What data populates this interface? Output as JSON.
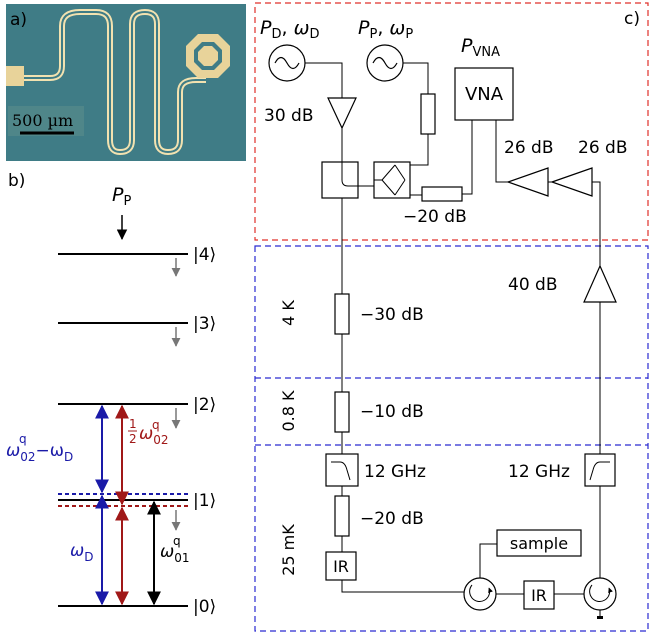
{
  "panels": {
    "a": {
      "label": "a)",
      "scale_bar": "500 µm"
    },
    "b": {
      "label": "b)",
      "pump_label": "P",
      "pump_sub": "P",
      "levels": [
        "|0⟩",
        "|1⟩",
        "|2⟩",
        "|3⟩",
        "|4⟩"
      ],
      "omega_d": "ω",
      "omega_d_sub": "D",
      "omega_02_minus": "ω",
      "omega_02_minus_sup": "q",
      "omega_02_minus_sub": "02",
      "omega_02_minus_tail": "−ω",
      "omega_02_minus_tail_sub": "D",
      "half_num": "1",
      "half_den": "2",
      "half_omega": "ω",
      "half_omega_sup": "q",
      "half_omega_sub": "02",
      "omega_01": "ω",
      "omega_01_sup": "q",
      "omega_01_sub": "01",
      "colors": {
        "blue": "#1a1aa8",
        "red": "#a01818",
        "gray": "#777777"
      }
    },
    "c": {
      "label": "c)",
      "drive_source": {
        "p": "P",
        "p_sub": "D",
        "sep": ", ",
        "w": "ω",
        "w_sub": "D"
      },
      "pump_source": {
        "p": "P",
        "p_sub": "P",
        "sep": ", ",
        "w": "ω",
        "w_sub": "P"
      },
      "vna_power": {
        "p": "P",
        "p_sub": "VNA"
      },
      "vna_box": "VNA",
      "amp_drive": "30 dB",
      "amp_out1": "26 dB",
      "amp_out2": "26 dB",
      "amp_4k": "40 dB",
      "att_vna": "−20 dB",
      "att_4k": "−30 dB",
      "att_08k": "−10 dB",
      "att_25mk": "−20 dB",
      "filter_in": "12 GHz",
      "filter_out": "12 GHz",
      "ir_in": "IR",
      "ir_out": "IR",
      "sample": "sample",
      "stages": [
        "4 K",
        "0.8 K",
        "25 mK"
      ],
      "colors": {
        "room_temp_box": "#e0302a",
        "cryo_box": "#2a2ad0",
        "stage_text": "#2a2ad0"
      }
    }
  }
}
